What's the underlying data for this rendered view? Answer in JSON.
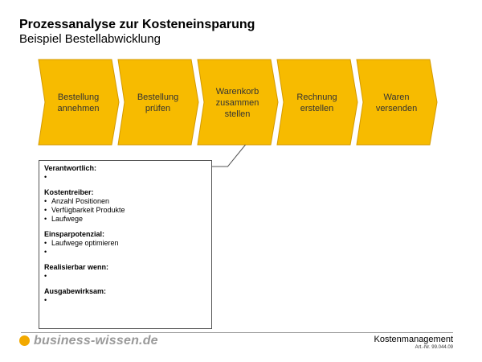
{
  "header": {
    "title": "Prozessanalyse zur Kosteneinsparung",
    "subtitle": "Beispiel Bestellabwicklung"
  },
  "colors": {
    "chevron_fill": "#f7bb00",
    "chevron_stroke": "#d49a00",
    "connector": "#555555",
    "logo_accent": "#f2a900"
  },
  "process_steps": [
    {
      "lines": [
        "Bestellung",
        "annehmen"
      ]
    },
    {
      "lines": [
        "Bestellung",
        "prüfen"
      ]
    },
    {
      "lines": [
        "Warenkorb",
        "zusammen",
        "stellen"
      ]
    },
    {
      "lines": [
        "Rechnung",
        "erstellen"
      ]
    },
    {
      "lines": [
        "Waren",
        "versenden"
      ]
    }
  ],
  "detail_box": {
    "linked_step": 2,
    "sections": [
      {
        "heading": "Verantwortlich:",
        "items": [
          ""
        ]
      },
      {
        "heading": "Kostentreiber:",
        "items": [
          "Anzahl Positionen",
          "Verfügbarkeit Produkte",
          "Laufwege"
        ]
      },
      {
        "heading": "Einsparpotenzial:",
        "items": [
          "Laufwege optimieren",
          ""
        ]
      },
      {
        "heading": "Realisierbar wenn:",
        "items": [
          ""
        ]
      },
      {
        "heading": "Ausgabewirksam:",
        "items": [
          ""
        ]
      }
    ]
  },
  "footer": {
    "logo_text": "business-wissen.de",
    "logo_icon": "orange-dot-icon",
    "category": "Kostenmanagement",
    "article_number": "Art.-Nr. 99.044.09"
  }
}
